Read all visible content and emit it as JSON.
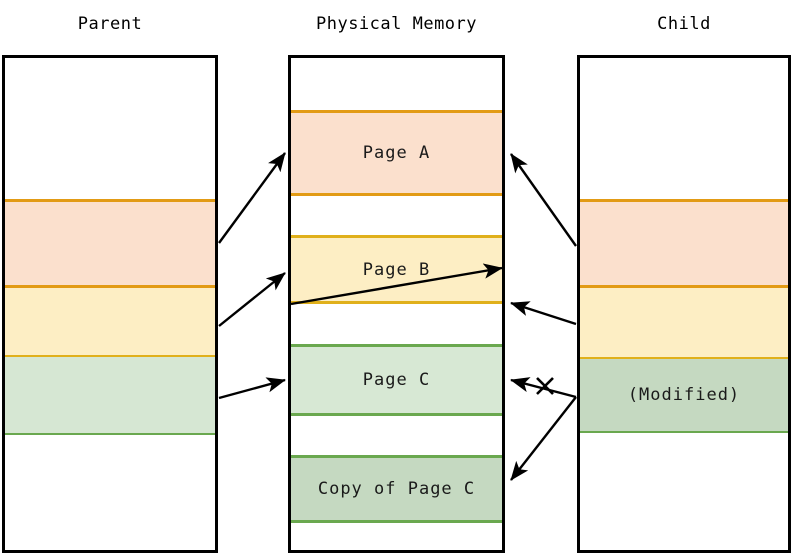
{
  "diagram": {
    "title_parent": "Parent",
    "title_physical": "Physical Memory",
    "title_child": "Child",
    "columns": [
      {
        "key": "parent",
        "title": "Parent",
        "bands": [
          {
            "label": "",
            "fill": "#fbe0cd",
            "border": "#e29b15"
          },
          {
            "label": "",
            "fill": "#fdeec4",
            "border": "#e0b01b"
          },
          {
            "label": "",
            "fill": "#d6e7d3",
            "border": "#6aa84f"
          }
        ]
      },
      {
        "key": "physical",
        "title": "Physical Memory",
        "bands": [
          {
            "label": "Page A",
            "fill": "#fbe0cd",
            "border": "#e29b15"
          },
          {
            "label": "Page B",
            "fill": "#fdeec4",
            "border": "#e0b01b"
          },
          {
            "label": "Page C",
            "fill": "#d7e8d4",
            "border": "#6aa84f"
          },
          {
            "label": "Copy of Page C",
            "fill": "#c5d9c1",
            "border": "#6aa84f"
          }
        ]
      },
      {
        "key": "child",
        "title": "Child",
        "bands": [
          {
            "label": "",
            "fill": "#fbe0cd",
            "border": "#e29b15"
          },
          {
            "label": "",
            "fill": "#fdeec4",
            "border": "#e0b01b"
          },
          {
            "label": "(Modified)",
            "fill": "#c5d9c1",
            "border": "#6aa84f"
          }
        ]
      }
    ],
    "labels": {
      "page_a": "Page A",
      "page_b": "Page B",
      "page_c": "Page C",
      "copy_of_page_c": "Copy of Page C",
      "modified": "(Modified)"
    },
    "mappings": [
      {
        "name": "parent-to-page-a",
        "from": "parent.band1",
        "to": "physical.page-a"
      },
      {
        "name": "parent-to-page-b",
        "from": "parent.band2",
        "to": "physical.page-b"
      },
      {
        "name": "page-b-shared-to-child",
        "from": "physical.page-b",
        "to": "child.band2"
      },
      {
        "name": "parent-to-page-c",
        "from": "parent.band3",
        "to": "physical.page-c"
      },
      {
        "name": "child-to-page-a",
        "from": "child.band1",
        "to": "physical.page-a"
      },
      {
        "name": "child-to-page-b",
        "from": "child.band2",
        "to": "physical.page-b"
      },
      {
        "name": "child-to-page-c-broken",
        "from": "child.band3",
        "to": "physical.page-c",
        "broken": true
      },
      {
        "name": "child-to-copy-of-page-c",
        "from": "child.band3",
        "to": "physical.copy-of-page-c"
      }
    ],
    "colors": {
      "orange_fill": "#fbe0cd",
      "orange_border": "#e29b15",
      "yellow_fill": "#fdeec4",
      "yellow_border": "#e0b01b",
      "green_light_fill": "#d7e8d4",
      "green_dark_fill": "#c5d9c1",
      "green_border": "#6aa84f",
      "outline": "#000000",
      "background": "#ffffff"
    }
  }
}
